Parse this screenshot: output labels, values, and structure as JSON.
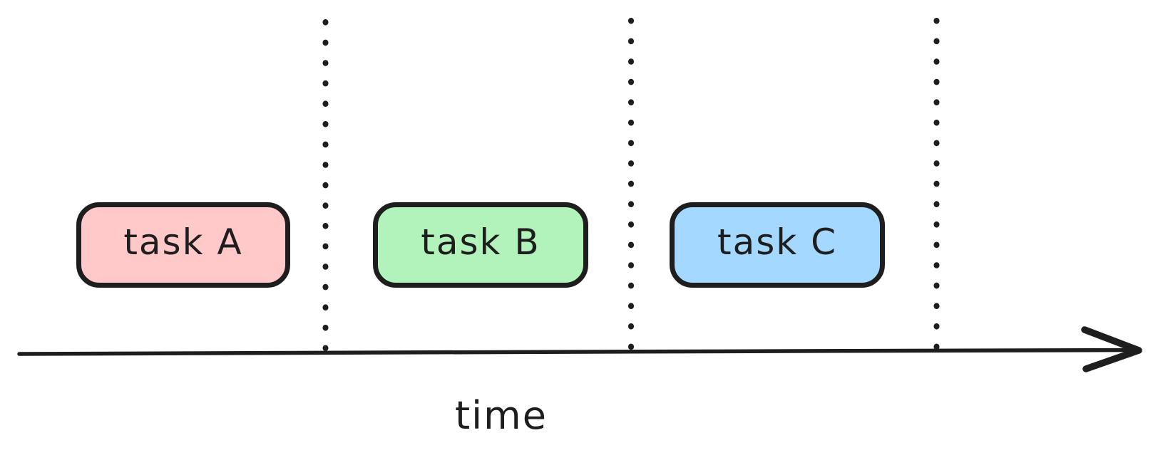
{
  "canvas": {
    "background": "#ffffff",
    "stroke_color": "#1e1e1e"
  },
  "diagram": {
    "type": "timeline",
    "tasks": [
      {
        "label": "task A",
        "fill": "#ffc9c9",
        "interval": 1
      },
      {
        "label": "task B",
        "fill": "#b2f2bb",
        "interval": 2
      },
      {
        "label": "task C",
        "fill": "#a5d8ff",
        "interval": 3
      }
    ],
    "separators": {
      "style": "dotted-vertical-line",
      "count": 3
    },
    "axis": {
      "label": "time",
      "direction": "left-to-right",
      "arrow": "chevron-right"
    }
  }
}
